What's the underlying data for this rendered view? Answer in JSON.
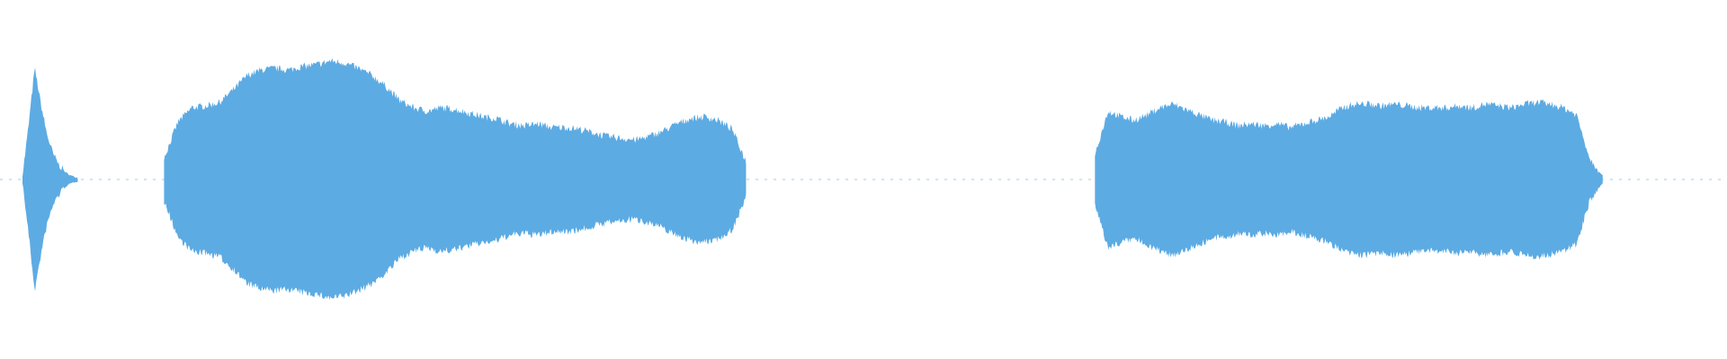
{
  "waveform": {
    "color": "#5dabe3",
    "background": "#ffffff",
    "segments": [
      {
        "name": "transient-burst",
        "start": 0.013,
        "end": 0.045,
        "envelope": [
          0.02,
          0.3,
          0.62,
          0.42,
          0.25,
          0.14,
          0.08,
          0.04,
          0.02,
          0.01
        ]
      },
      {
        "name": "sound-segment-1",
        "start": 0.095,
        "end": 0.432,
        "envelope": [
          0.12,
          0.32,
          0.4,
          0.41,
          0.43,
          0.5,
          0.58,
          0.61,
          0.62,
          0.61,
          0.63,
          0.64,
          0.66,
          0.65,
          0.62,
          0.58,
          0.52,
          0.44,
          0.4,
          0.38,
          0.4,
          0.39,
          0.37,
          0.35,
          0.34,
          0.31,
          0.3,
          0.31,
          0.29,
          0.29,
          0.28,
          0.26,
          0.24,
          0.23,
          0.22,
          0.24,
          0.27,
          0.31,
          0.34,
          0.35,
          0.33,
          0.28,
          0.1
        ]
      },
      {
        "name": "sound-segment-2",
        "start": 0.634,
        "end": 0.928,
        "envelope": [
          0.14,
          0.38,
          0.35,
          0.33,
          0.36,
          0.4,
          0.42,
          0.39,
          0.36,
          0.33,
          0.32,
          0.3,
          0.31,
          0.3,
          0.31,
          0.29,
          0.31,
          0.33,
          0.35,
          0.4,
          0.42,
          0.42,
          0.41,
          0.42,
          0.41,
          0.4,
          0.4,
          0.4,
          0.41,
          0.4,
          0.42,
          0.41,
          0.4,
          0.42,
          0.43,
          0.42,
          0.4,
          0.36,
          0.12,
          0.02
        ]
      }
    ]
  }
}
